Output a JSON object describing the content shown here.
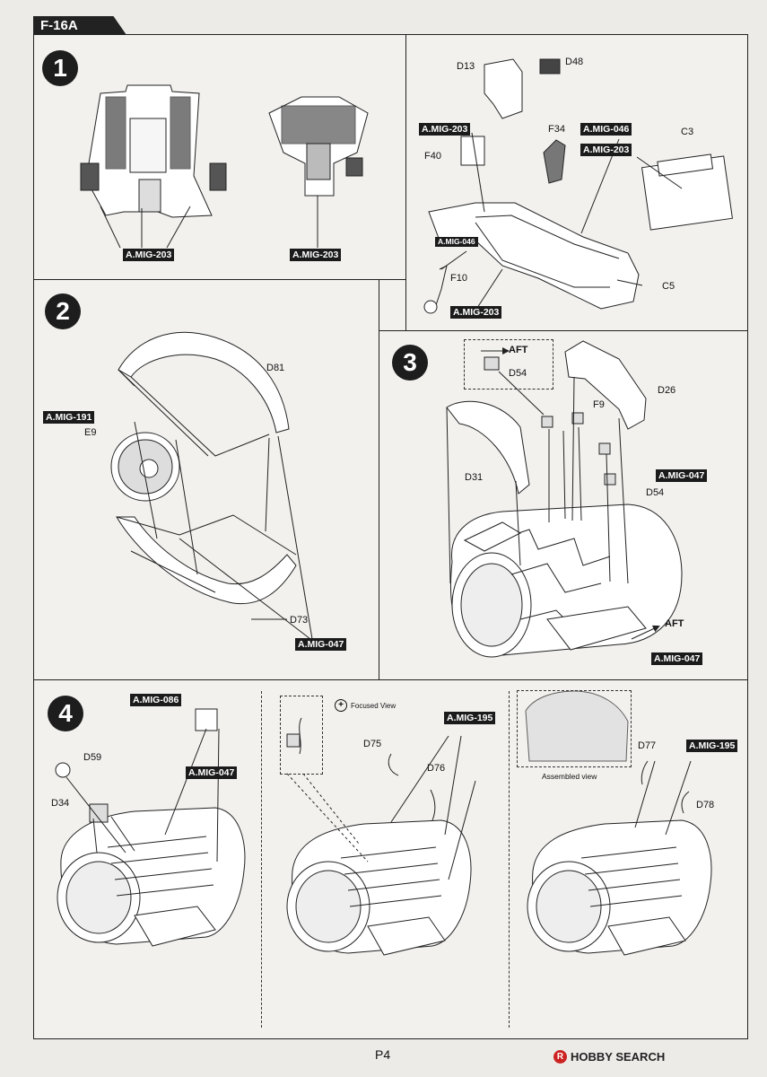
{
  "header": {
    "model": "F-16A"
  },
  "footer": {
    "page": "P4",
    "watermark": "HOBBY SEARCH"
  },
  "steps": [
    {
      "number": "1",
      "labels": [
        "D13",
        "D48",
        "A.MIG-203",
        "F34",
        "A.MIG-046",
        "A.MIG-203",
        "C3",
        "F40",
        "A.MIG-046",
        "F10",
        "A.MIG-203",
        "C5",
        "A.MIG-203",
        "A.MIG-203"
      ]
    },
    {
      "number": "2",
      "labels": [
        "D81",
        "A.MIG-191",
        "E9",
        "D73",
        "A.MIG-047"
      ]
    },
    {
      "number": "3",
      "labels": [
        "AFT",
        "D54",
        "D26",
        "F9",
        "D31",
        "A.MIG-047",
        "D54",
        "AFT",
        "A.MIG-047"
      ]
    },
    {
      "number": "4",
      "labels": [
        "A.MIG-086",
        "D59",
        "A.MIG-047",
        "D34",
        "Focused View",
        "A.MIG-195",
        "D75",
        "D76",
        "Assembled view",
        "D77",
        "A.MIG-195",
        "D78"
      ]
    }
  ]
}
